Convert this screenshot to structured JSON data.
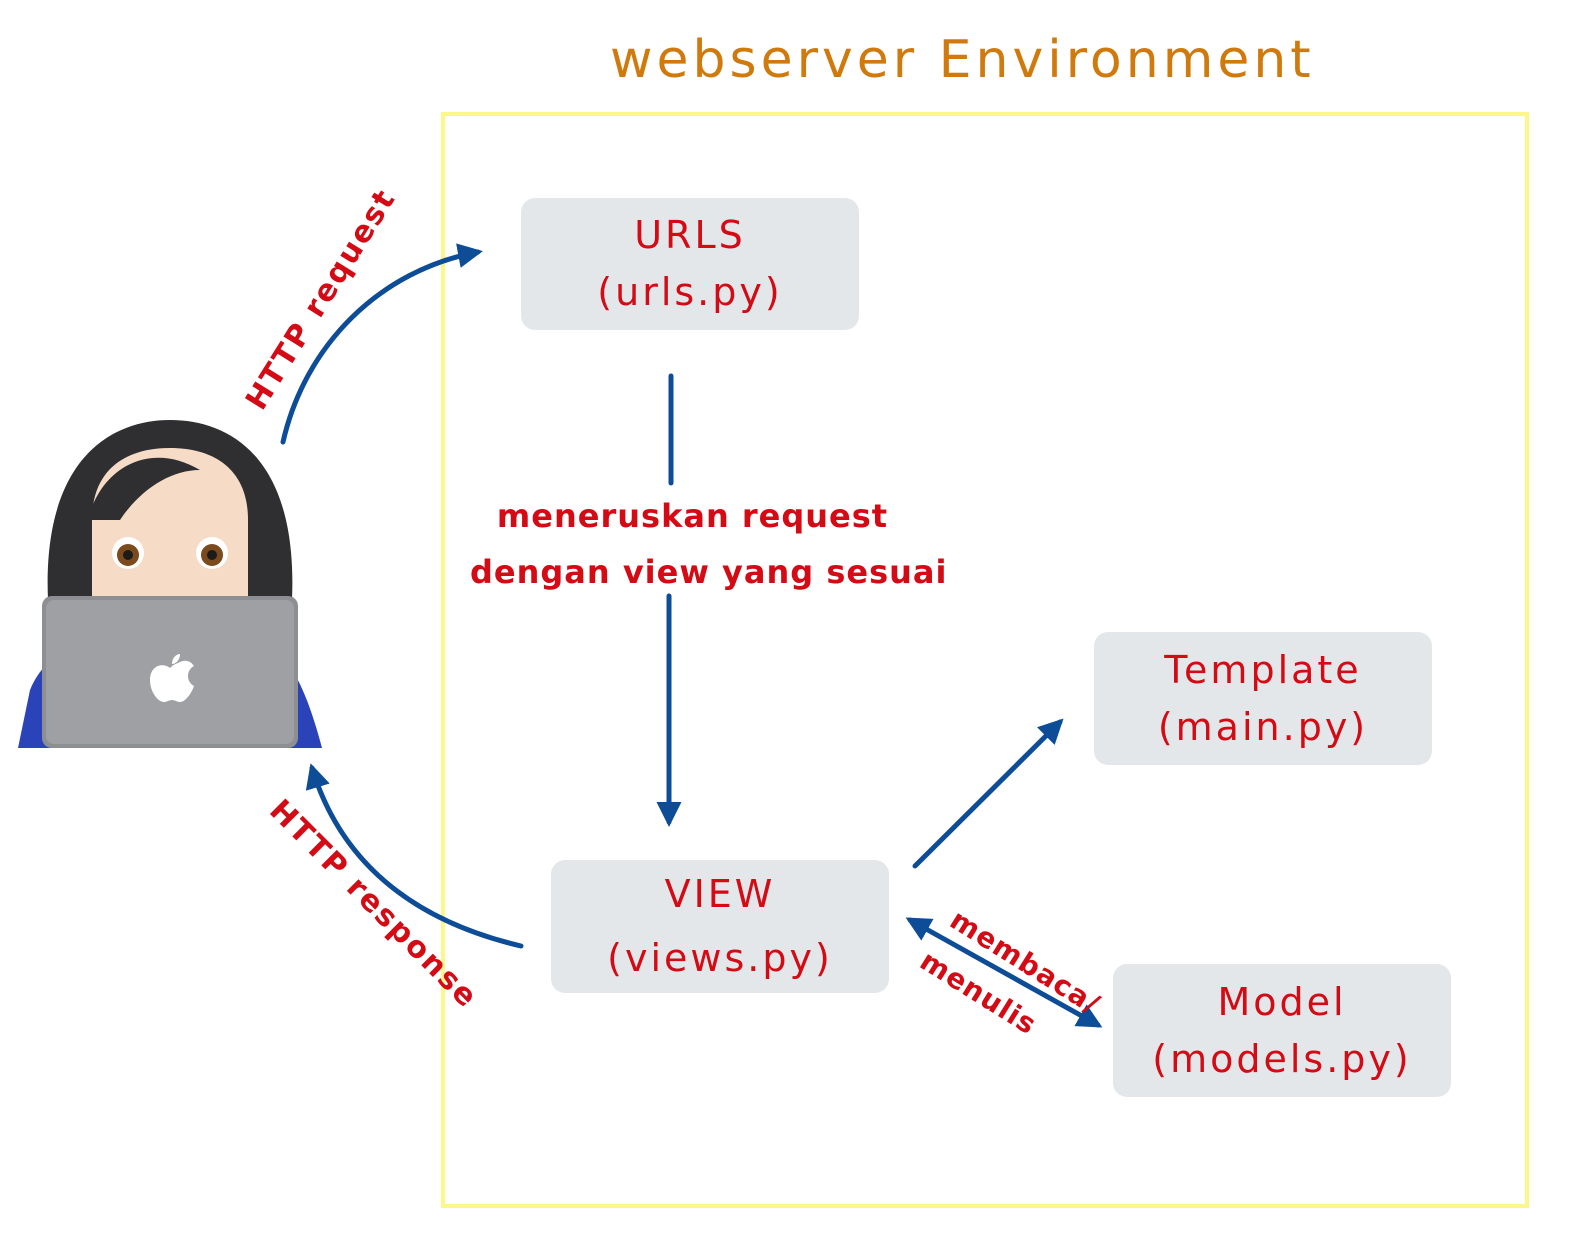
{
  "title": "webserver Environment",
  "nodes": {
    "urls": {
      "line1": "URLS",
      "line2": "(urls.py)"
    },
    "view": {
      "line1": "VIEW",
      "line2": "(views.py)"
    },
    "template": {
      "line1": "Template",
      "line2": "(main.py)"
    },
    "model": {
      "line1": "Model",
      "line2": "(models.py)"
    }
  },
  "edges": {
    "http_request": "HTTP request",
    "http_response": "HTTP response",
    "forward_line1": "meneruskan request",
    "forward_line2": "dengan view yang sesuai",
    "read_write_line1": "membaca/",
    "read_write_line2": "menulis"
  },
  "colors": {
    "title": "#d07a0e",
    "label": "#d40a14",
    "arrow": "#0d4c96",
    "node_fill": "#e4e7ea",
    "env_border": "#fbf789"
  },
  "icons": {
    "user": "woman-with-laptop-icon"
  }
}
